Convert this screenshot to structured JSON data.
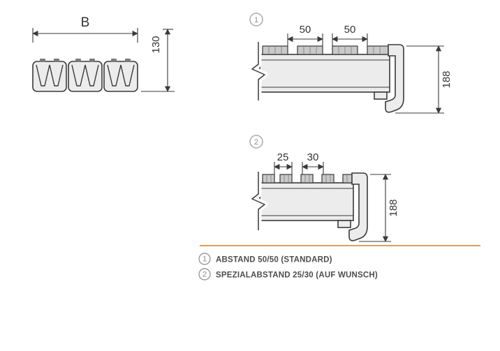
{
  "colors": {
    "line": "#3a3a3a",
    "fill_light": "#ececec",
    "cleat": "#c9c9c9",
    "separator": "#d8a35c",
    "legend_text": "#4d4d4d",
    "badge": "#8c8c8c"
  },
  "cross_section": {
    "width_label": "B",
    "height_label": "130"
  },
  "view1": {
    "badge": "1",
    "dim_left": "50",
    "dim_right": "50",
    "height": "188"
  },
  "view2": {
    "badge": "2",
    "dim_left": "25",
    "dim_right": "30",
    "height": "188"
  },
  "legend": {
    "items": [
      {
        "badge": "1",
        "text": "ABSTAND 50/50 (STANDARD)"
      },
      {
        "badge": "2",
        "text": "SPEZIALABSTAND 25/30 (AUF WUNSCH)"
      }
    ]
  }
}
